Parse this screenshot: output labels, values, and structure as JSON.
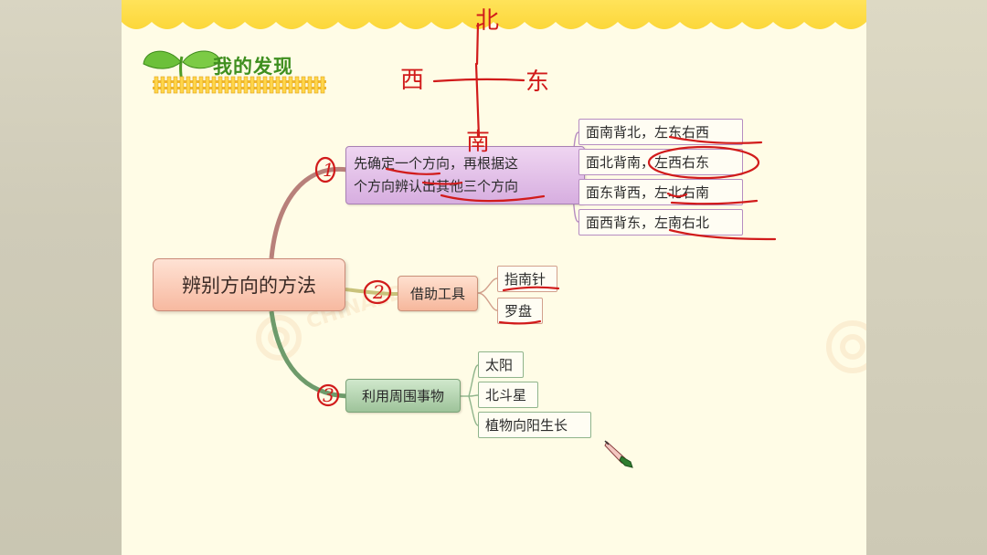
{
  "header": {
    "title": "我的发现"
  },
  "mindmap": {
    "center": "辨别方向的方法",
    "branches": [
      {
        "number": "1",
        "lines": [
          "先确定一个方向，再根据这",
          "个方向辨认出其他三个方向"
        ],
        "leaves": [
          "面南背北，左东右西",
          "面北背南，左西右东",
          "面东背西，左北右南",
          "面西背东，左南右北"
        ]
      },
      {
        "number": "2",
        "label": "借助工具",
        "leaves": [
          "指南针",
          "罗盘"
        ]
      },
      {
        "number": "3",
        "label": "利用周围事物",
        "leaves": [
          "太阳",
          "北斗星",
          "植物向阳生长"
        ]
      }
    ]
  },
  "compass": {
    "north": "北",
    "south": "南",
    "east": "东",
    "west": "西"
  },
  "colors": {
    "slide_bg": "#fffce6",
    "ink": "#d11b1b",
    "title_green": "#3f8f1f",
    "branch1": "#d7aee0",
    "branch2": "#f6b79c",
    "branch3": "#9ec39a"
  },
  "icons": {
    "sprout": "sprout-icon",
    "fence": "fence-decoration",
    "pen_cursor": "pen-cursor-icon",
    "watermark": "chinaedu-watermark"
  }
}
